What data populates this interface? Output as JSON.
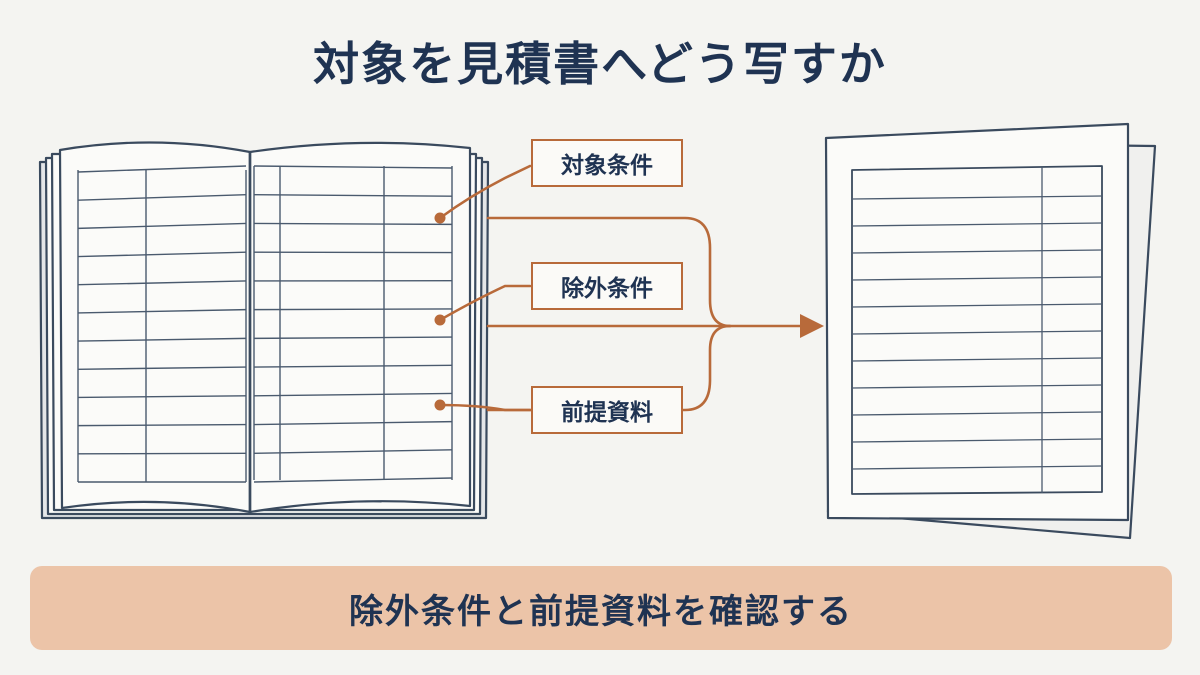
{
  "title": "対象を見積書へどう写すか",
  "labels": {
    "target": "対象条件",
    "exclusion": "除外条件",
    "premise": "前提資料"
  },
  "banner": "除外条件と前提資料を確認する",
  "colors": {
    "ink": "#1f3352",
    "accent": "#b86a3a",
    "banner_bg": "#ecc4a8",
    "background": "#f4f4f1"
  }
}
